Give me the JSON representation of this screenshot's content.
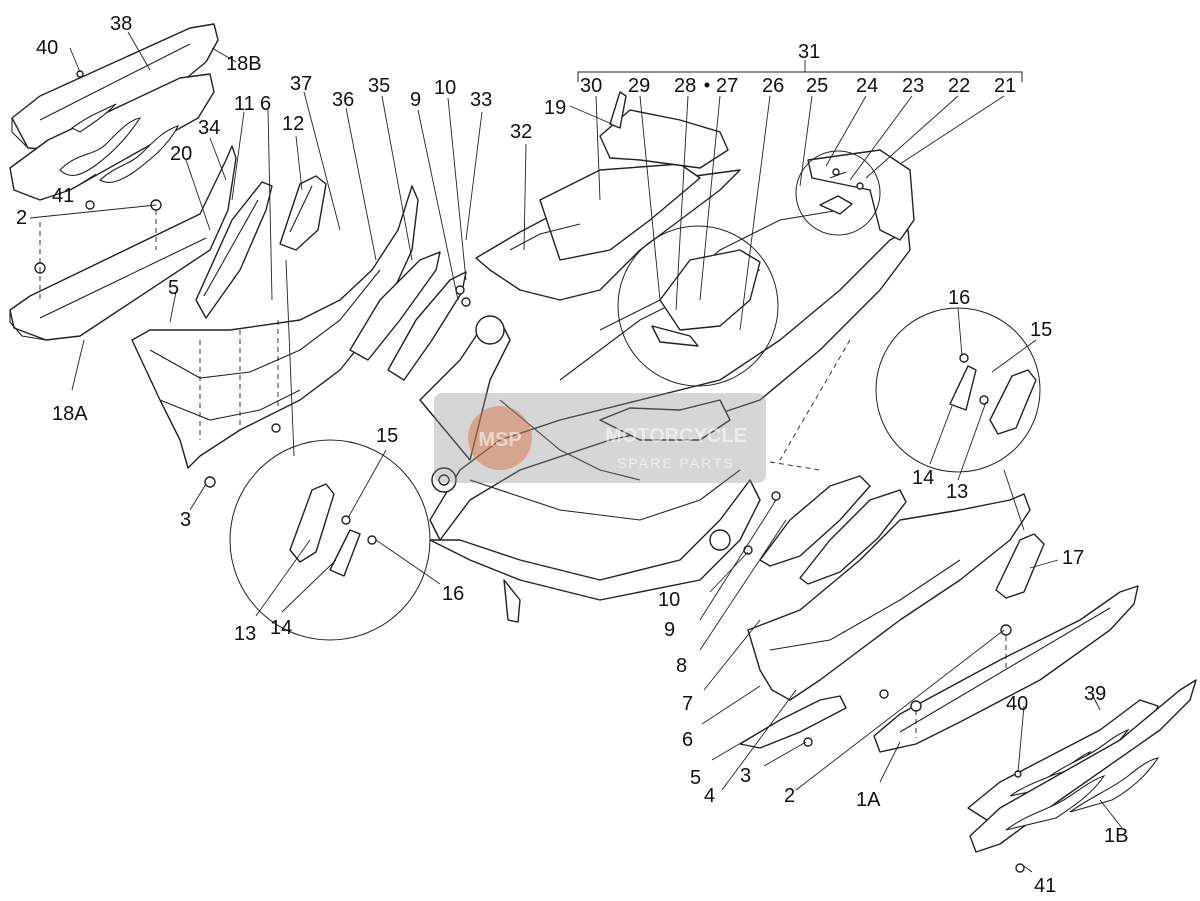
{
  "watermark": {
    "line1": "MOTORCYCLE",
    "line2": "SPARE PARTS",
    "badge": "MSP",
    "color": "#8a8a8a"
  },
  "callouts": {
    "c31": "31",
    "c30": "30",
    "c29": "29",
    "c28": "28",
    "c27": "27",
    "c26": "26",
    "c25": "25",
    "c24": "24",
    "c23": "23",
    "c22": "22",
    "c21": "21",
    "c19": "19",
    "c32": "32",
    "c33": "33",
    "c10a": "10",
    "c9a": "9",
    "c35": "35",
    "c36": "36",
    "c37": "37",
    "c12": "12",
    "c11": "11",
    "c6a": "6",
    "c34": "34",
    "c20": "20",
    "c38": "38",
    "c40a": "40",
    "c18B": "18B",
    "c41a": "41",
    "c2a": "2",
    "c5a": "5",
    "c18A": "18A",
    "c3a": "3",
    "c15a": "15",
    "c16a": "16",
    "c13a": "13",
    "c14a": "14",
    "c16b": "16",
    "c15b": "15",
    "c14b": "14",
    "c13b": "13",
    "c17": "17",
    "c10b": "10",
    "c9b": "9",
    "c8": "8",
    "c7": "7",
    "c6b": "6",
    "c5b": "5",
    "c4": "4",
    "c3b": "3",
    "c2b": "2",
    "c1A": "1A",
    "c40b": "40",
    "c39": "39",
    "c1B": "1B",
    "c41b": "41"
  }
}
